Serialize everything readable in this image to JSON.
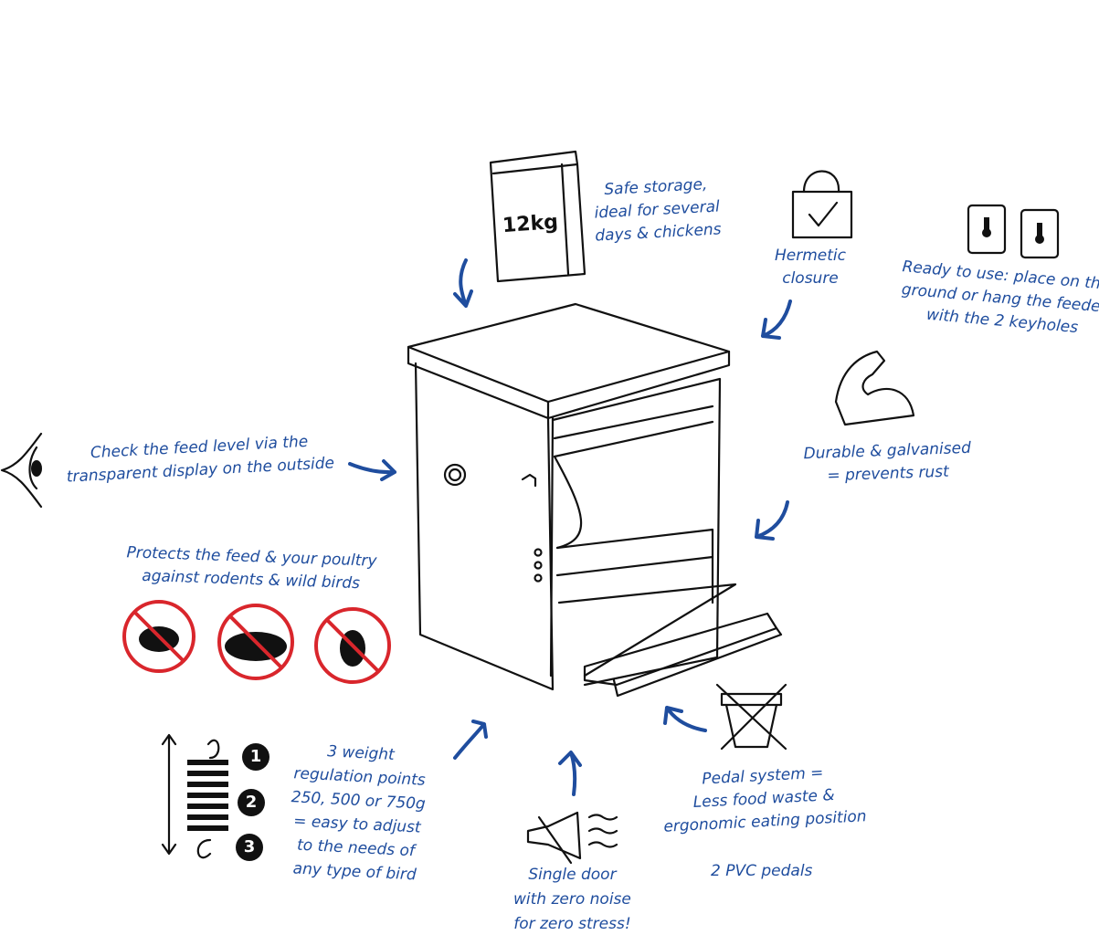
{
  "bag_label": "12kg",
  "notes": {
    "storage": [
      "Safe storage,",
      "ideal for several",
      "days & chickens"
    ],
    "hermetic": [
      "Hermetic",
      "closure"
    ],
    "ready": [
      "Ready to use: place on the",
      "ground or hang the feeder",
      "with the 2 keyholes"
    ],
    "durable": [
      "Durable & galvanised",
      "= prevents rust"
    ],
    "level": [
      "Check the feed level via the",
      "transparent display on the outside"
    ],
    "protects": [
      "Protects the feed & your poultry",
      "against rodents & wild birds"
    ],
    "weight": [
      "3 weight",
      "regulation points",
      "250, 500 or 750g",
      "= easy to adjust",
      "to the needs of",
      "any type of bird"
    ],
    "door": [
      "Single door",
      "with zero noise",
      "for zero stress!"
    ],
    "pedal": [
      "Pedal system =",
      "Less food waste &",
      "ergonomic eating position"
    ],
    "pvc": "2 PVC pedals"
  },
  "weight_points": [
    "1",
    "2",
    "3"
  ],
  "colors": {
    "accent": "#1f4d9e",
    "prohibit": "#d9262c",
    "ink": "#111111"
  }
}
